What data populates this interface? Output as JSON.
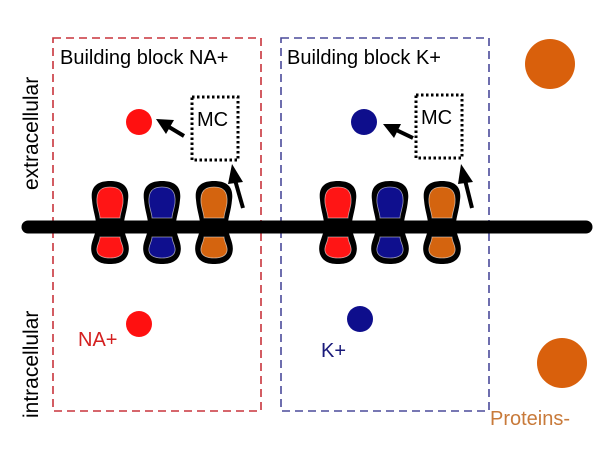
{
  "labels": {
    "extracellular": "extracellular",
    "intracellular": "intracellular"
  },
  "blocks": [
    {
      "title": "Building block NA+",
      "color": "#c8343c",
      "ion_label": "NA+",
      "ion_color": "#ff1010",
      "ion_label_color": "#d42020",
      "mc_label": "MC"
    },
    {
      "title": "Building block K+",
      "color": "#4a4a9a",
      "ion_label": "K+",
      "ion_color": "#0e0e8c",
      "ion_label_color": "#1a1a7a",
      "mc_label": "MC"
    }
  ],
  "channel_colors": [
    "#ff1515",
    "#0f0f8e",
    "#d4640f"
  ],
  "proteins": {
    "label": "Proteins-",
    "color": "#d9600c",
    "label_color": "#c87a3a"
  },
  "membrane_color": "#000000"
}
